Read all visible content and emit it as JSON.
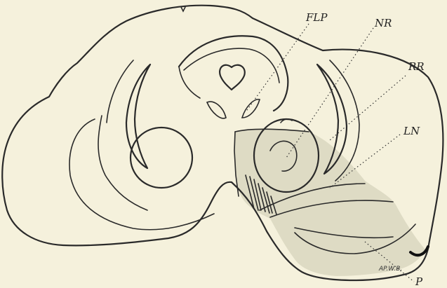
{
  "figure": {
    "colors": {
      "background": "#f5f1dc",
      "ink": "#2a2a2a",
      "lesion_shade": "#dedbc4"
    },
    "labels": [
      {
        "id": "flp",
        "text": "FLP"
      },
      {
        "id": "nr",
        "text": "NR"
      },
      {
        "id": "rr",
        "text": "RR"
      },
      {
        "id": "ln",
        "text": "LN"
      },
      {
        "id": "p",
        "text": "P"
      }
    ],
    "signature": "AP.W.B."
  }
}
